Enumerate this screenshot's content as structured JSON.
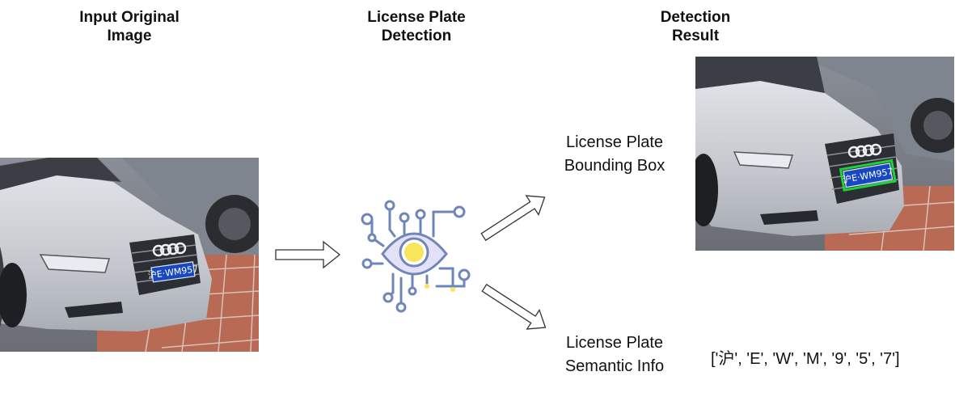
{
  "headings": {
    "input": [
      "Input Original",
      "Image"
    ],
    "detection": [
      "License Plate",
      "Detection"
    ],
    "result": [
      "Detection",
      "Result"
    ]
  },
  "outputs": {
    "bounding_box_label": [
      "License Plate",
      "Bounding Box"
    ],
    "semantic_label": [
      "License Plate",
      "Semantic Info"
    ],
    "semantic_result": "['沪', 'E', 'W', 'M', '9', '5', '7']"
  },
  "photos": {
    "plate_text": "沪E·WM957"
  },
  "icon": {
    "name": "ai-eye-circuit-icon"
  },
  "colors": {
    "icon_stroke": "#6f86b8",
    "icon_eye_fill": "#e4e0f7",
    "icon_pupil": "#f7e55a",
    "plate_box": "#1ed23a",
    "plate_bg": "#1848c0"
  }
}
